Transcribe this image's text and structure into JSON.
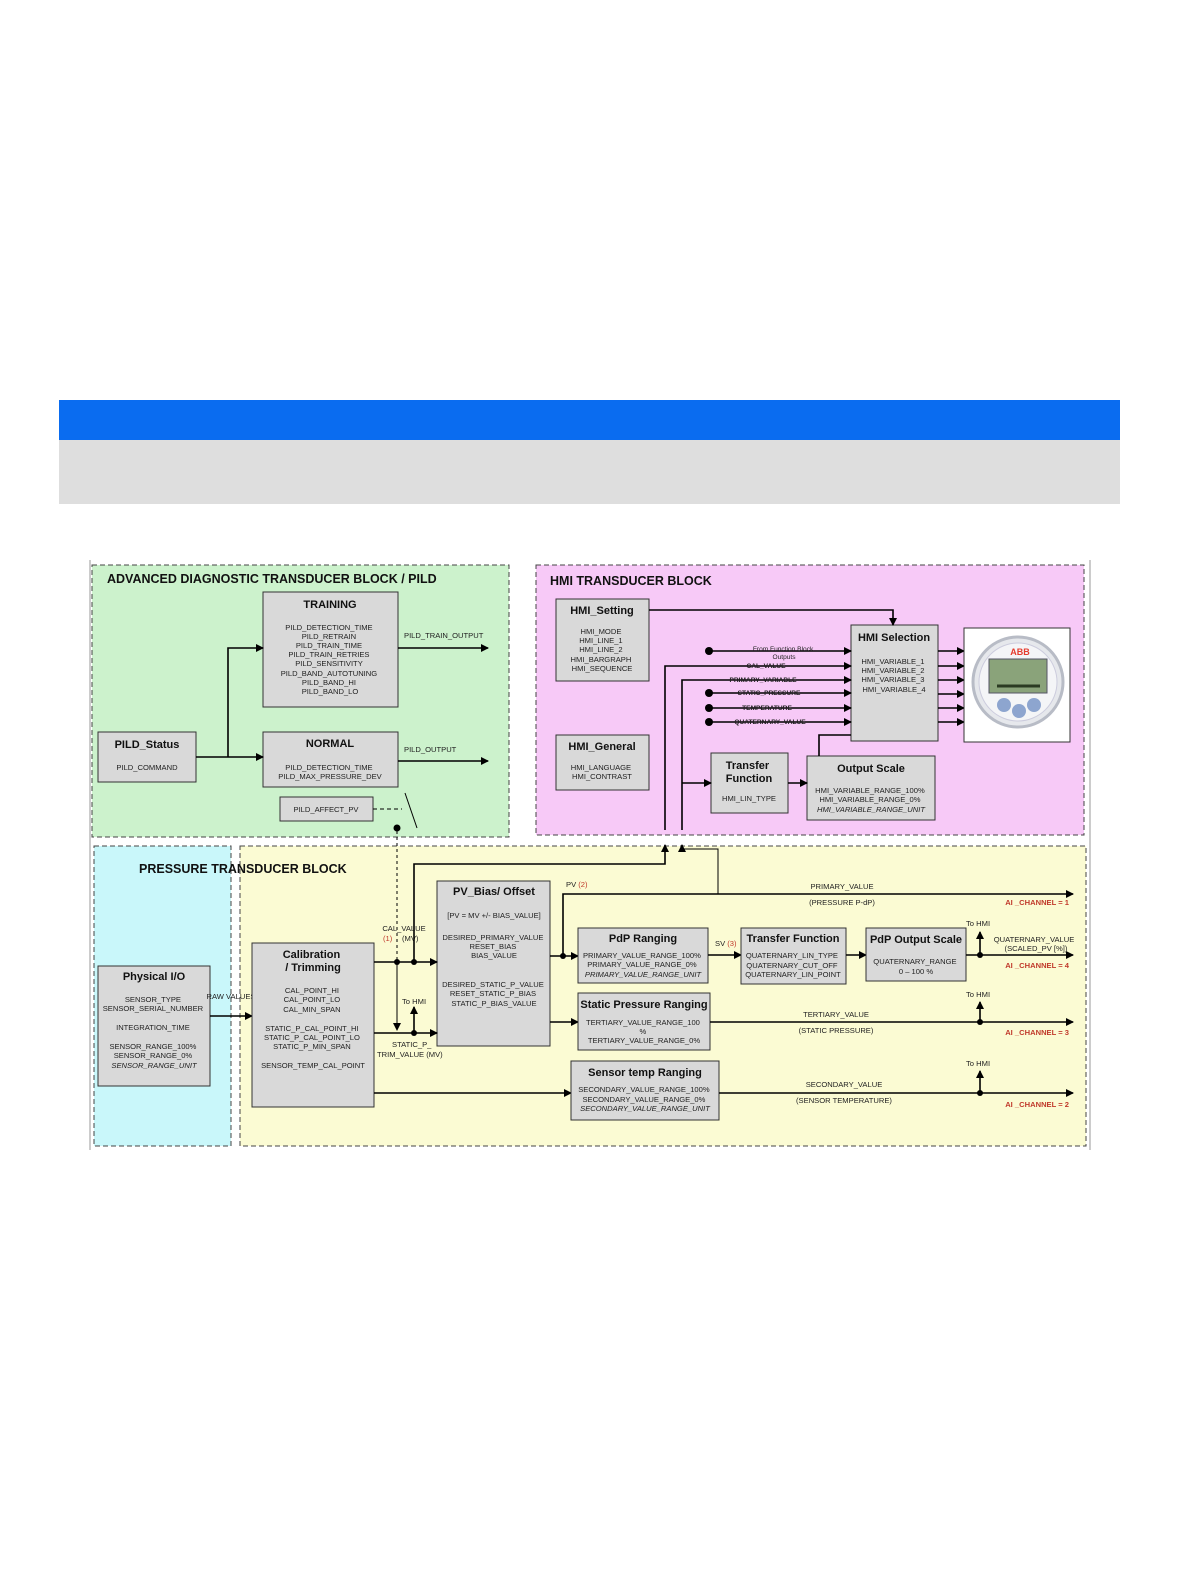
{
  "colors": {
    "header_bar": "#0a6cf0",
    "pild_region": "#ccf2cc",
    "hmi_region": "#f7c9f7",
    "physical_region": "#c9f7fa",
    "pressure_region": "#fbfbd3",
    "channel_label": "#c0392b"
  },
  "regions": {
    "pild": "ADVANCED DIAGNOSTIC TRANSDUCER BLOCK / PILD",
    "hmi": "HMI TRANSDUCER BLOCK",
    "pressure": "PRESSURE TRANSDUCER BLOCK"
  },
  "pild": {
    "training": {
      "title": "TRAINING",
      "params": [
        "PILD_DETECTION_TIME",
        "PILD_RETRAIN",
        "PILD_TRAIN_TIME",
        "PILD_TRAIN_RETRIES",
        "PILD_SENSITIVITY",
        "PILD_BAND_AUTOTUNING",
        "PILD_BAND_HI",
        "PILD_BAND_LO"
      ]
    },
    "status": {
      "title": "PILD_Status",
      "params": [
        "PILD_COMMAND"
      ]
    },
    "normal": {
      "title": "NORMAL",
      "params": [
        "PILD_DETECTION_TIME",
        "PILD_MAX_PRESSURE_DEV"
      ]
    },
    "affect_pv": "PILD_AFFECT_PV",
    "train_output": "PILD_TRAIN_OUTPUT",
    "output": "PILD_OUTPUT"
  },
  "hmi": {
    "setting": {
      "title": "HMI_Setting",
      "params": [
        "HMI_MODE",
        "HMI_LINE_1",
        "HMI_LINE_2",
        "HMI_BARGRAPH",
        "HMI_SEQUENCE"
      ]
    },
    "general": {
      "title": "HMI_General",
      "params": [
        "HMI_LANGUAGE",
        "HMI_CONTRAST"
      ]
    },
    "selection": {
      "title": "HMI Selection",
      "params": [
        "HMI_VARIABLE_1",
        "HMI_VARIABLE_2",
        "HMI_VARIABLE_3",
        "HMI_VARIABLE_4"
      ]
    },
    "inputs": {
      "from_fb": "From Function Block Outputs",
      "cal_value": "CAL_VALUE",
      "primary_variable": "PRIMARY_VARIABLE",
      "static_pressure": "STATIC_PRESSURE",
      "temperature": "TEMPERATURE",
      "quaternary_value": "QUATERNARY_VALUE"
    },
    "transfer": {
      "title": "Transfer Function",
      "params": [
        "HMI_LIN_TYPE"
      ]
    },
    "output_scale": {
      "title": "Output Scale",
      "params": [
        "HMI_VARIABLE_RANGE_100%",
        "HMI_VARIABLE_RANGE_0%"
      ],
      "italic_param": "HMI_VARIABLE_RANGE_UNIT"
    },
    "display_logo": "ABB"
  },
  "pressure": {
    "physical_io": {
      "title": "Physical I/O",
      "params": [
        "SENSOR_TYPE",
        "SENSOR_SERIAL_NUMBER",
        "",
        "INTEGRATION_TIME",
        "",
        "SENSOR_RANGE_100%",
        "SENSOR_RANGE_0%"
      ],
      "italic_param": "SENSOR_RANGE_UNIT"
    },
    "raw_values": "RAW VALUES",
    "calibration": {
      "title_1": "Calibration",
      "title_2": "/ Trimming",
      "params": [
        "CAL_POINT_HI",
        "CAL_POINT_LO",
        "CAL_MIN_SPAN",
        "",
        "STATIC_P_CAL_POINT_HI",
        "STATIC_P_CAL_POINT_LO",
        "STATIC_P_MIN_SPAN",
        "",
        "SENSOR_TEMP_CAL_POINT"
      ]
    },
    "cal_value_label": "CAL_VALUE",
    "cal_value_sub": "(MV)",
    "static_trim": [
      "STATIC_P_",
      "TRIM_VALUE (MV)"
    ],
    "to_hmi": "To HMI",
    "pv_bias": {
      "title": "PV_Bias/ Offset",
      "formula": "[PV = MV +/- BIAS_VALUE]",
      "params_1": [
        "DESIRED_PRIMARY_VALUE",
        "RESET_BIAS",
        "BIAS_VALUE"
      ],
      "params_2": [
        "DESIRED_STATIC_P_VALUE",
        "RESET_STATIC_P_BIAS",
        "STATIC_P_BIAS_VALUE"
      ]
    },
    "pv_label": "PV",
    "sv_label": "SV",
    "pdp_ranging": {
      "title": "PdP Ranging",
      "params": [
        "PRIMARY_VALUE_RANGE_100%",
        "PRIMARY_VALUE_RANGE_0%"
      ],
      "italic_param": "PRIMARY_VALUE_RANGE_UNIT"
    },
    "transfer_function": {
      "title": "Transfer Function",
      "params": [
        "QUATERNARY_LIN_TYPE",
        "QUATERNARY_CUT_OFF",
        "QUATERNARY_LIN_POINT"
      ]
    },
    "pdp_output_scale": {
      "title": "PdP Output Scale",
      "params": [
        "QUATERNARY_RANGE",
        "0 – 100 %"
      ]
    },
    "static_ranging": {
      "title": "Static Pressure Ranging",
      "params": [
        "TERTIARY_VALUE_RANGE_100",
        "%",
        "TERTIARY_VALUE_RANGE_0%"
      ]
    },
    "sensor_temp_ranging": {
      "title": "Sensor temp Ranging",
      "params": [
        "SECONDARY_VALUE_RANGE_100%",
        "SECONDARY_VALUE_RANGE_0%"
      ],
      "italic_param": "SECONDARY_VALUE_RANGE_UNIT"
    },
    "outputs": {
      "primary": {
        "name": "PRIMARY_VALUE",
        "desc": "(PRESSURE P-dP)",
        "channel": "AI _CHANNEL = 1"
      },
      "quaternary": {
        "name": "QUATERNARY_VALUE",
        "desc": "(SCALED_PV [%])",
        "channel": "AI _CHANNEL = 4"
      },
      "tertiary": {
        "name": "TERTIARY_VALUE",
        "desc": "(STATIC PRESSURE)",
        "channel": "AI _CHANNEL = 3"
      },
      "secondary": {
        "name": "SECONDARY_VALUE",
        "desc": "(SENSOR TEMPERATURE)",
        "channel": "AI _CHANNEL = 2"
      }
    }
  }
}
